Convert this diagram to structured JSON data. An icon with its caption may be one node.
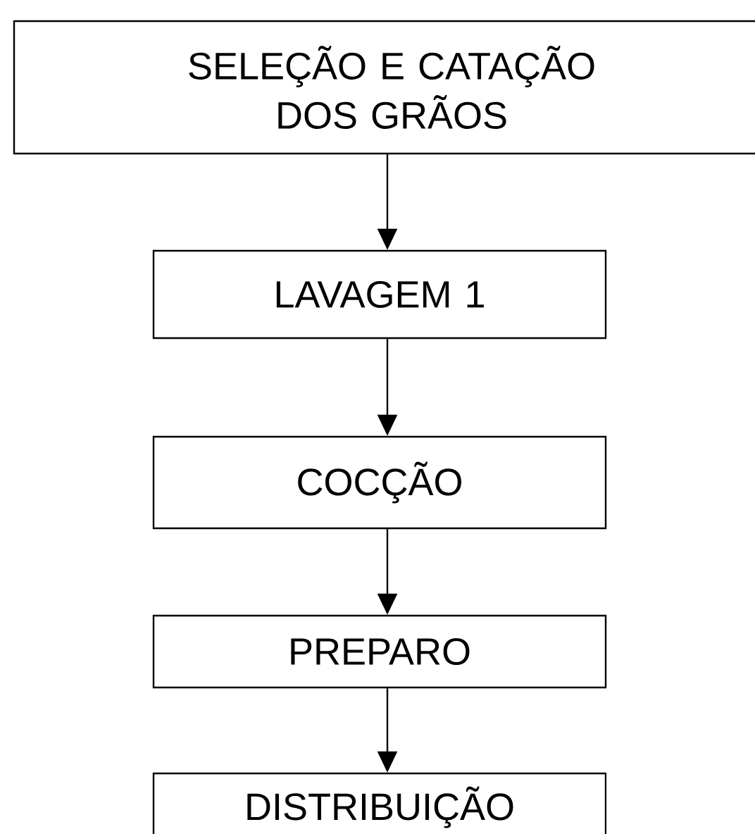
{
  "diagram": {
    "nodes": [
      {
        "text": [
          "SELEÇÃO E CATAÇÃO DOS GRÃOS"
        ]
      },
      {
        "text": [
          "LAVAGEM 1"
        ]
      },
      {
        "text": [
          "COCÇÃO"
        ]
      },
      {
        "text": [
          "PREPARO"
        ]
      },
      {
        "text": [
          "DISTRIBUIÇÃO"
        ]
      }
    ],
    "edges": [
      {
        "from": 0,
        "to": 1,
        "arrow": "to"
      },
      {
        "from": 1,
        "to": 2,
        "arrow": "to"
      },
      {
        "from": 2,
        "to": 3,
        "arrow": "to"
      },
      {
        "from": 3,
        "to": 4,
        "arrow": "to"
      }
    ]
  }
}
